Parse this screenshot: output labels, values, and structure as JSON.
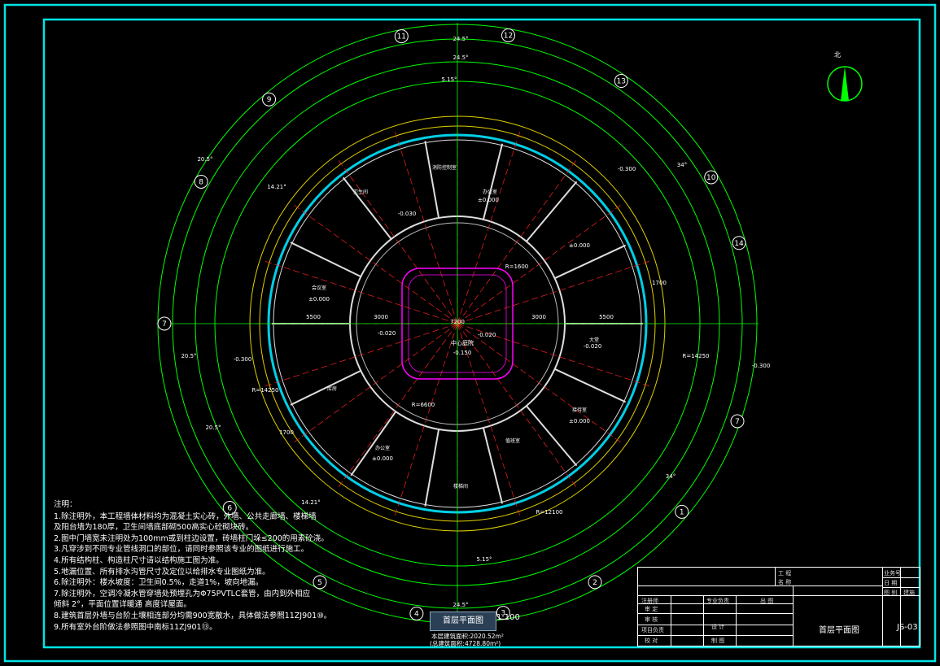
{
  "drawing": {
    "plan_title": "首层平面图",
    "scale": "1:100",
    "area_floor": "本层建筑面积:2020.52m²",
    "area_total": "(总建筑面积:4728.80m²)",
    "north_label": "北",
    "grid_labels": [
      "11",
      "12",
      "13",
      "14",
      "1",
      "2",
      "3",
      "4",
      "5",
      "6",
      "7",
      "8",
      "9",
      "10"
    ],
    "grid_labels_right": [
      "7"
    ],
    "center_label": "7200",
    "center_label2": "中心庭院",
    "center_level": "-0.150",
    "dims": {
      "d5500_left": "5500",
      "d3000_left": "3000",
      "d3000_right": "3000",
      "d5500_right": "5500",
      "r1700_a": "1700",
      "r1700_b": "1700",
      "r14250_a": "R=14250",
      "r14250_b": "R=14250",
      "r1600": "R=1600",
      "r12100": "R=12100",
      "r6600": "R=6600"
    },
    "arc_dims": [
      "24.5°",
      "24.5°",
      "24.5°",
      "20.5°",
      "20.5°",
      "20.5°",
      "34°",
      "34°",
      "14.21°",
      "14.21°",
      "5.15°",
      "5.15°"
    ],
    "levels": [
      "±0.000",
      "±0.000",
      "±0.000",
      "±0.000",
      "±0.000",
      "-0.020",
      "-0.020",
      "-0.020",
      "-0.300",
      "-0.300",
      "-0.300",
      "-0.030"
    ],
    "rooms": [
      "会议室",
      "办公室",
      "大堂",
      "接待室",
      "办公室",
      "库房",
      "卫生间",
      "消防控制室",
      "值班室",
      "楼梯间"
    ]
  },
  "notes": {
    "heading": "注明：",
    "lines": [
      "1.除注明外，本工程墙体材料均为混凝土实心砖，外墙、公共走廊墙、楼梯墙",
      "  及阳台墙为180厚，卫生间墙底部砌500高实心砼砌块砖。",
      "2.图中门墙宽未注明处为100mm或到柱边设置，砖墙柱门垛≤200的用素砼浇。",
      "3.凡穿涉到不同专业管线洞口的部位，请同时参照该专业的图纸进行施工。",
      "4.所有结构柱、构造柱尺寸请以结构施工图为准。",
      "5.地漏位置、所有排水沟管尺寸及定位以给排水专业图纸为准。",
      "6.除注明外：楼水坡度：卫生间0.5%，走道1%，坡向地漏。",
      "7.除注明外，空调冷凝水管穿墙处预埋孔为Φ75PVTLC套管，由内到外相应",
      "  倾斜 2°，平面位置详暖通 高度详屋面。",
      "8.建筑首层外墙与台阶土壤相连部分均需900宽散水，具体做法参照11ZJ901⑩。",
      "9.所有室外台阶做法参照图中南标11ZJ901⑬。"
    ]
  },
  "title_block": {
    "project_label": "工 程",
    "name_label": "名 称",
    "drawing_title": "首层平面图",
    "drawing_no": "JS-03",
    "row_labels": [
      "审 定",
      "审 核",
      "项目负责",
      "校 对",
      "设 计",
      "制 图"
    ],
    "right_labels": [
      "业务号",
      "日 期",
      "图 别"
    ],
    "right_value": "建施",
    "extra_labels": [
      "注册师",
      "专业负责",
      "出 图"
    ]
  },
  "colors": {
    "frame": "#00e5e5",
    "ring_green": "#00ff00",
    "ring_yellow": "#e0d000",
    "wall_cyan": "#00cfe6",
    "axis_red": "#ff2020",
    "magenta": "#ff00ff"
  }
}
